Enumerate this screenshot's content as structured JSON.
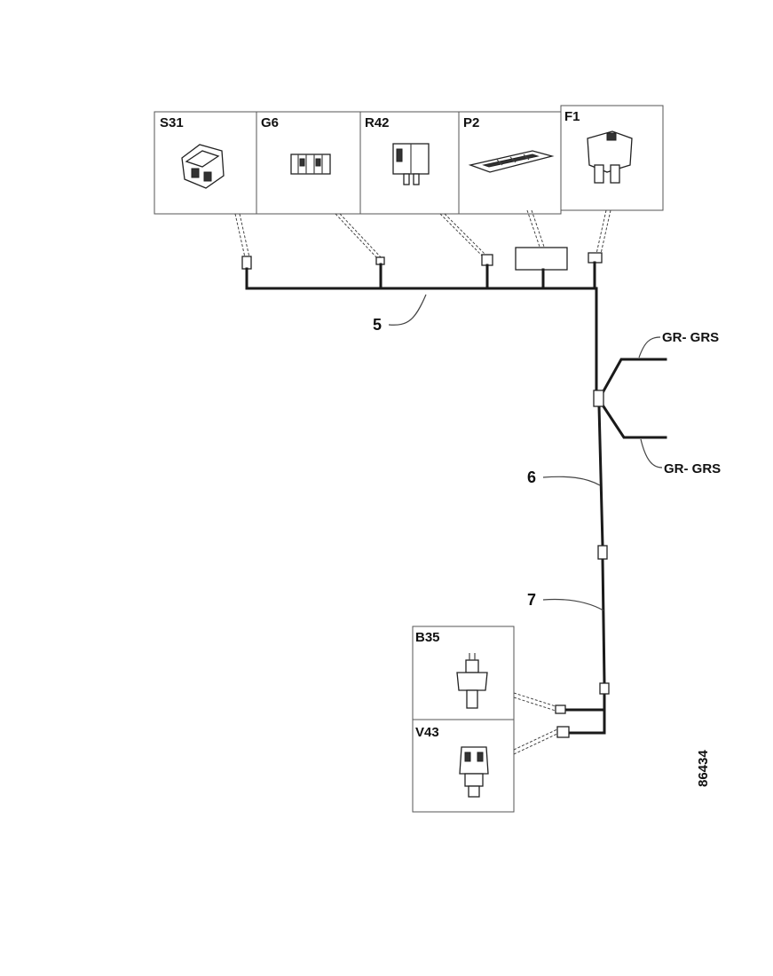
{
  "components": {
    "s31": "S31",
    "g6": "G6",
    "r42": "R42",
    "p2": "P2",
    "f1": "F1",
    "b35": "B35",
    "v43": "V43"
  },
  "harness": {
    "branch_5": "5",
    "branch_6": "6",
    "branch_7": "7"
  },
  "wires": {
    "upper": "GR- GRS",
    "lower": "GR- GRS"
  },
  "drawing_number": "86434"
}
